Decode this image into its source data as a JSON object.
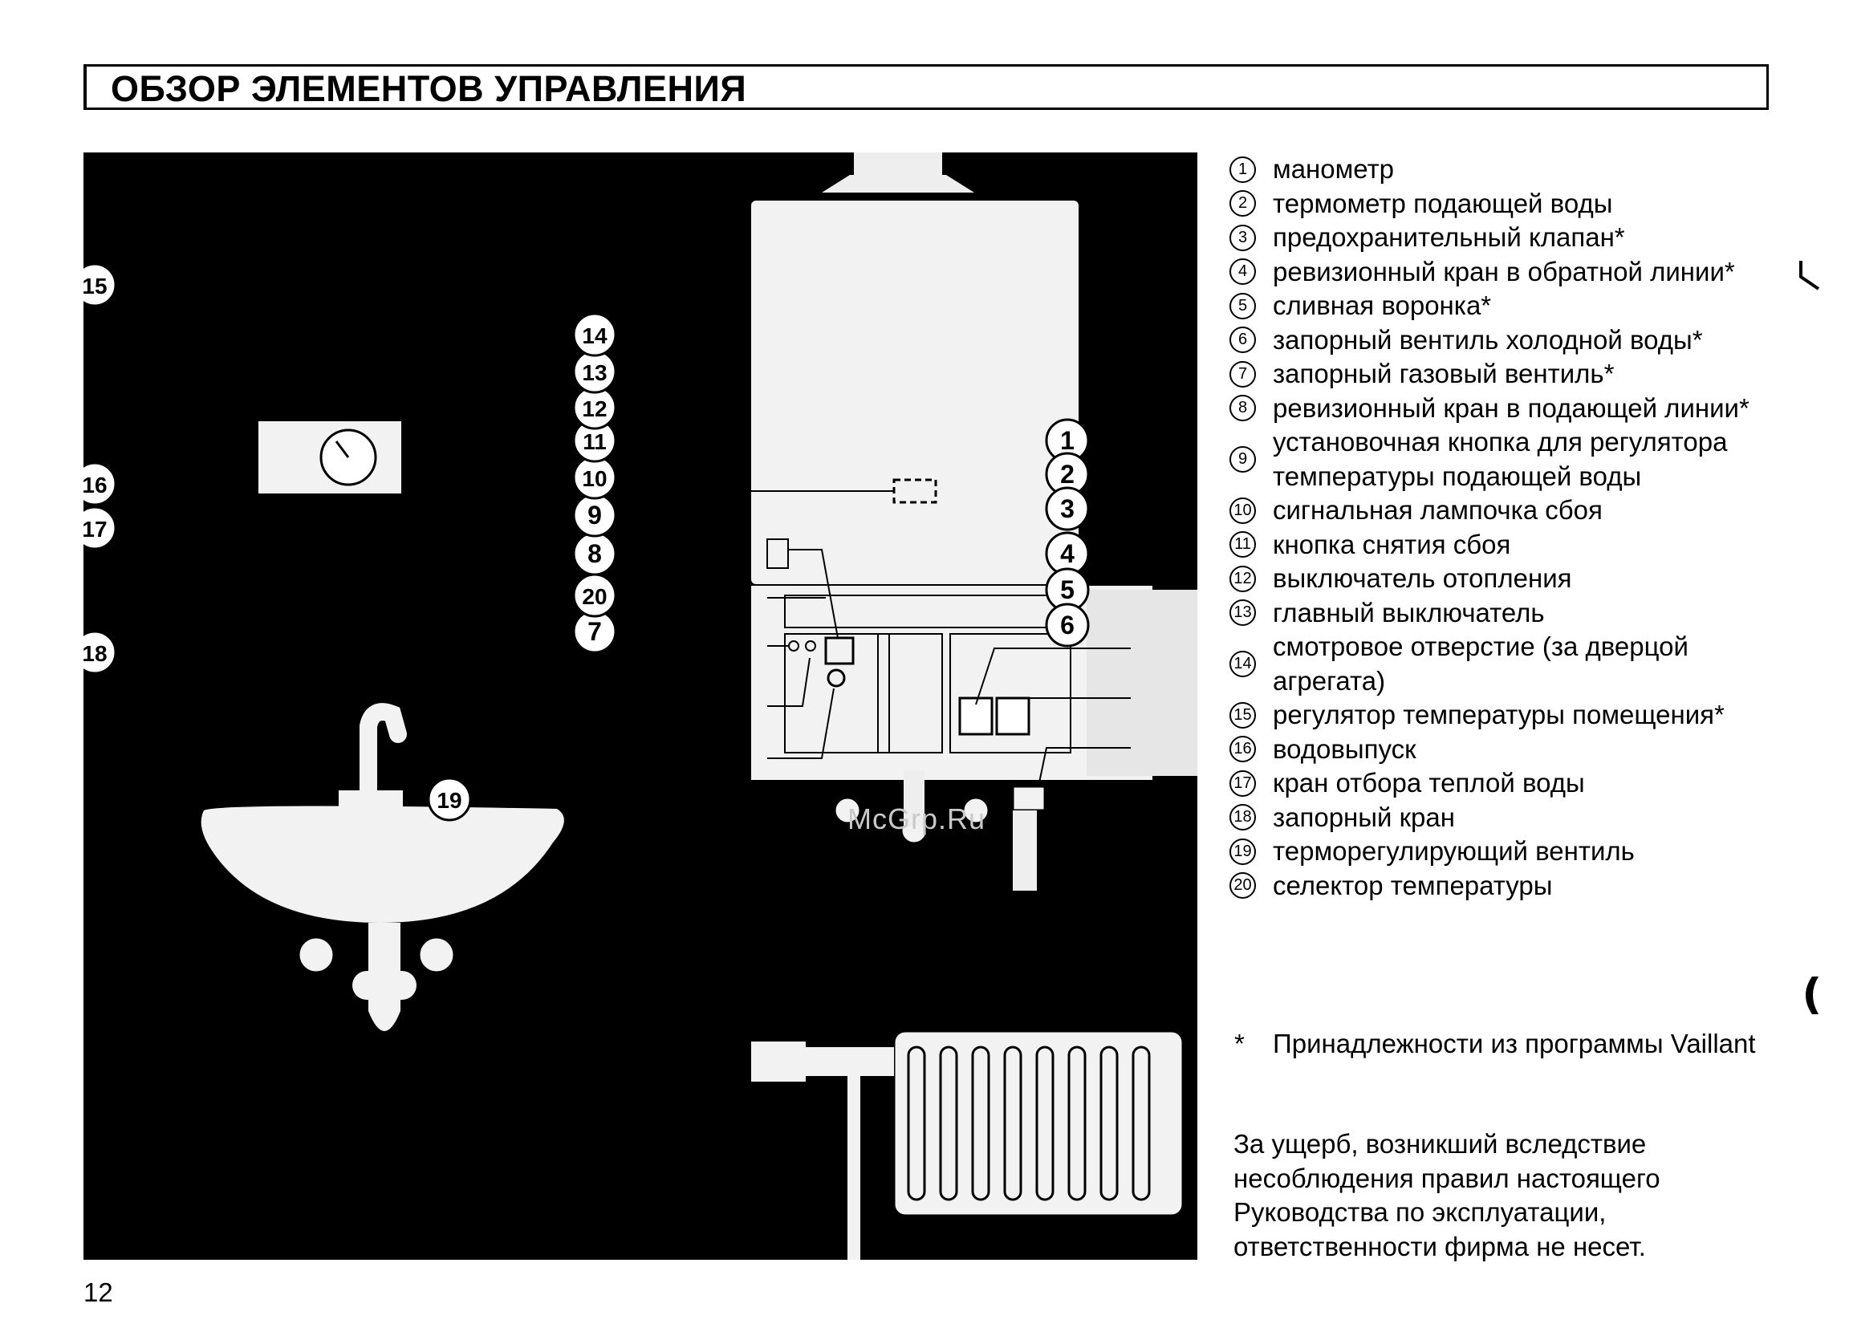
{
  "header": {
    "title": "ОБЗОР ЭЛЕМЕНТОВ УПРАВЛЕНИЯ"
  },
  "figure": {
    "watermark": "McGrp.Ru",
    "callouts": [
      "1",
      "2",
      "3",
      "4",
      "5",
      "6",
      "7",
      "8",
      "9",
      "10",
      "11",
      "12",
      "13",
      "14",
      "15",
      "16",
      "17",
      "18",
      "19",
      "20"
    ]
  },
  "legend": [
    {
      "num": "1",
      "text": "манометр"
    },
    {
      "num": "2",
      "text": "термометр подающей воды"
    },
    {
      "num": "3",
      "text": "предохранительный клапан*"
    },
    {
      "num": "4",
      "text": "ревизионный кран в обратной линии*"
    },
    {
      "num": "5",
      "text": "сливная воронка*"
    },
    {
      "num": "6",
      "text": "запорный вентиль холодной воды*"
    },
    {
      "num": "7",
      "text": "запорный газовый вентиль*"
    },
    {
      "num": "8",
      "text": "ревизионный кран в подающей линии*"
    },
    {
      "num": "9",
      "text": "установочная кнопка для регулятора температуры подающей воды"
    },
    {
      "num": "10",
      "text": "сигнальная лампочка сбоя"
    },
    {
      "num": "11",
      "text": "кнопка снятия сбоя"
    },
    {
      "num": "12",
      "text": "выключатель отопления"
    },
    {
      "num": "13",
      "text": "главный выключатель"
    },
    {
      "num": "14",
      "text": "смотровое отверстие (за дверцой агрегата)"
    },
    {
      "num": "15",
      "text": "регулятор температуры помещения*"
    },
    {
      "num": "16",
      "text": "водовыпуск"
    },
    {
      "num": "17",
      "text": "кран отбора теплой воды"
    },
    {
      "num": "18",
      "text": "запорный кран"
    },
    {
      "num": "19",
      "text": "терморегулирующий вентиль"
    },
    {
      "num": "20",
      "text": "селектор температуры"
    }
  ],
  "note": {
    "star": "*",
    "text": "Принадлежности из программы Vaillant"
  },
  "disclaimer": "За ущерб, возникший вследствие несоблюдения правил настоящего Руководства по эксплуатации, ответственности фирма не несет.",
  "page_number": "12"
}
